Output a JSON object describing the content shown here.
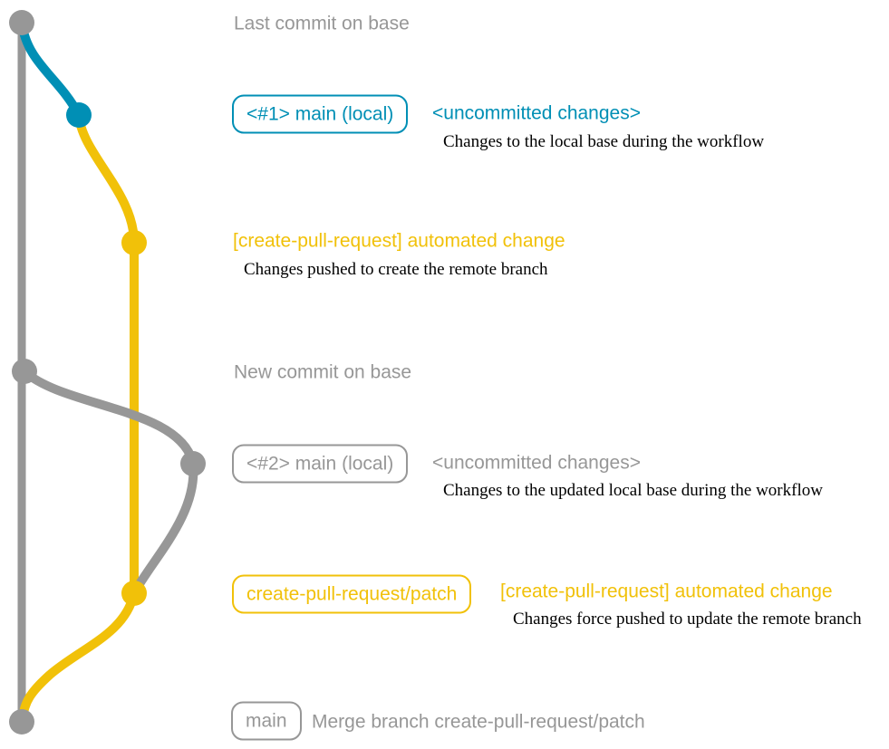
{
  "colors": {
    "gray": "#979797",
    "blue": "#008fb5",
    "yellow": "#f1c109",
    "caption": "#000000"
  },
  "annotations": {
    "top": {
      "label": "Last commit on base"
    },
    "local1": {
      "tag": "<#1> main (local)",
      "heading": "<uncommitted changes>",
      "caption": "Changes to the local base during the workflow"
    },
    "push1": {
      "heading": "[create-pull-request] automated change",
      "caption": "Changes pushed to create the remote branch"
    },
    "new_commit": {
      "label": "New commit on base"
    },
    "local2": {
      "tag": "<#2> main (local)",
      "heading": "<uncommitted changes>",
      "caption": "Changes to the updated local base during the workflow"
    },
    "push2": {
      "tag": "create-pull-request/patch",
      "heading": "[create-pull-request] automated change",
      "caption": "Changes force pushed to update the remote branch"
    },
    "merge": {
      "tag": "main",
      "message": "Merge branch create-pull-request/patch"
    }
  }
}
